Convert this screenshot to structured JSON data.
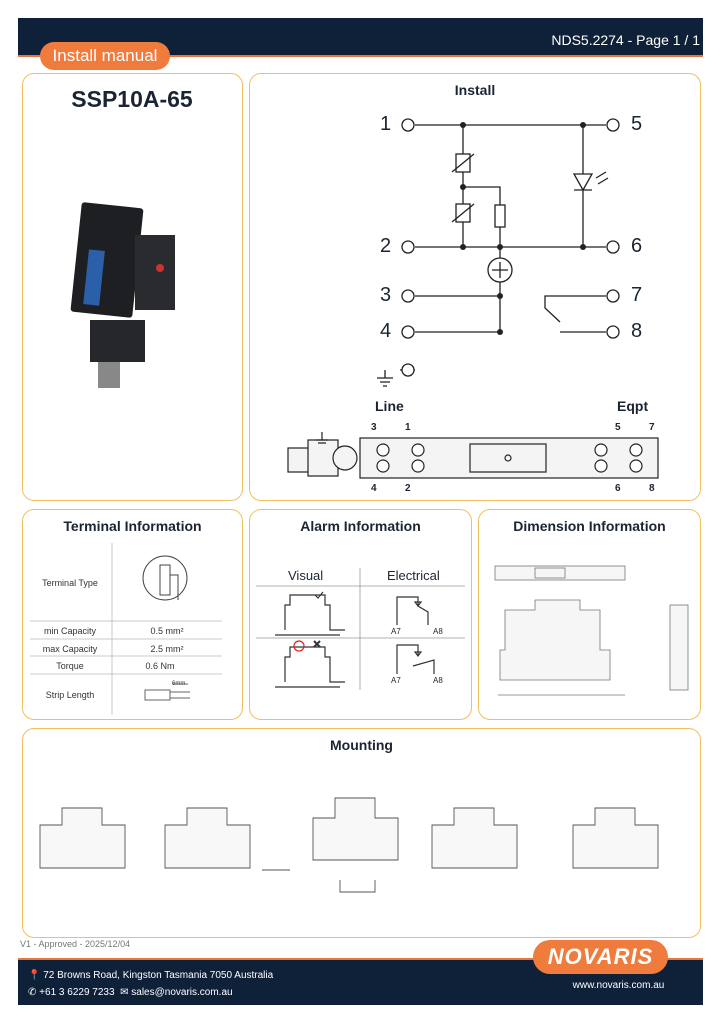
{
  "header": {
    "doc_ref": "NDS5.2274 - Page 1 / 1",
    "tab_label": "Install manual"
  },
  "product": {
    "model": "SSP10A-65"
  },
  "install": {
    "title": "Install",
    "terminals": [
      "1",
      "2",
      "3",
      "4",
      "5",
      "6",
      "7",
      "8"
    ],
    "line_label": "Line",
    "eqpt_label": "Eqpt",
    "bottom_labels": {
      "top": [
        "3",
        "1",
        "5",
        "7"
      ],
      "bottom": [
        "4",
        "2",
        "6",
        "8"
      ]
    }
  },
  "terminal_info": {
    "title": "Terminal Information",
    "rows": [
      {
        "label": "Terminal Type",
        "value": ""
      },
      {
        "label": "min Capacity",
        "value": "0.5 mm²"
      },
      {
        "label": "max Capacity",
        "value": "2.5 mm²"
      },
      {
        "label": "Torque",
        "value": "0.6 Nm"
      },
      {
        "label": "Strip Length",
        "value": "6mm"
      }
    ]
  },
  "alarm_info": {
    "title": "Alarm Information",
    "col_visual": "Visual",
    "col_electrical": "Electrical",
    "a7": "A7",
    "a8": "A8"
  },
  "dimension_info": {
    "title": "Dimension Information"
  },
  "mounting": {
    "title": "Mounting"
  },
  "footer": {
    "version": "V1 - Approved - 2025/12/04",
    "address": "72 Browns Road, Kingston Tasmania 7050 Australia",
    "phone": "+61 3 6229 7233",
    "email": "sales@novaris.com.au",
    "website": "www.novaris.com.au",
    "logo": "NOVARIS"
  },
  "colors": {
    "navy": "#0f2139",
    "orange": "#ef7b3d",
    "panel_border": "#f0c060"
  }
}
